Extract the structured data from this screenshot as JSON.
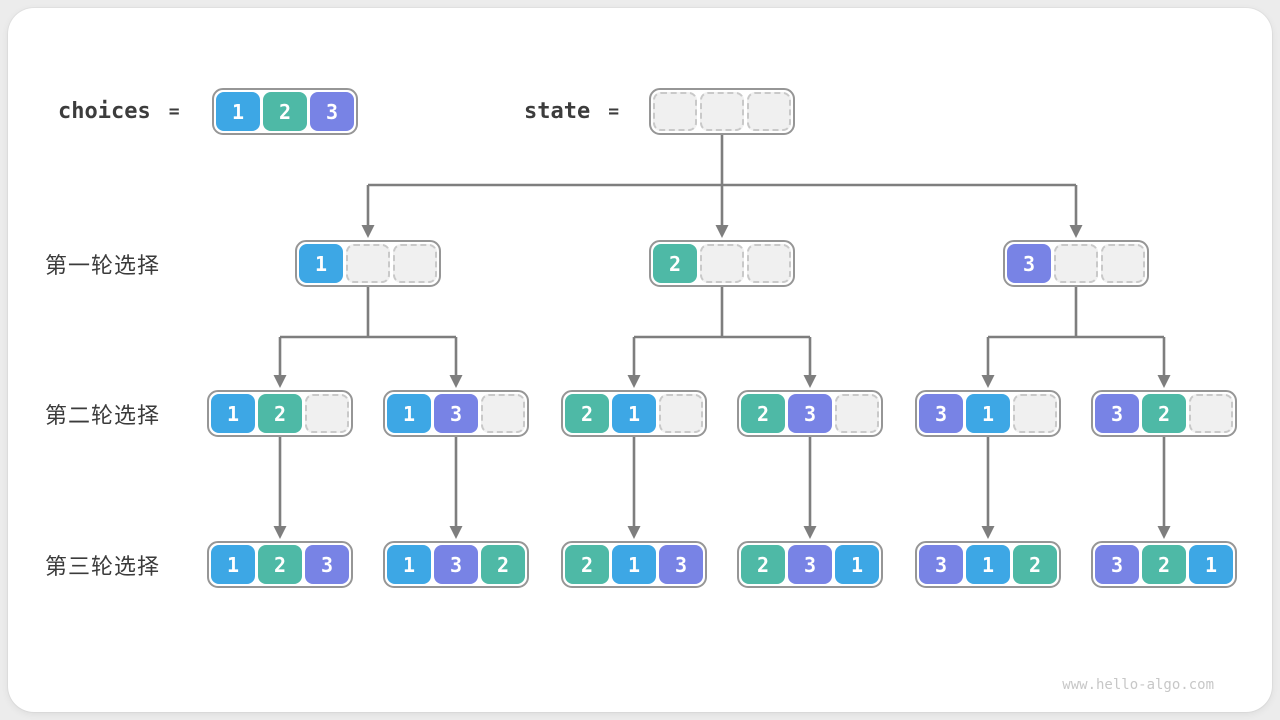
{
  "header": {
    "choices_label": "choices",
    "choices_equals": "=",
    "choices_values": [
      "1",
      "2",
      "3"
    ],
    "state_label": "state",
    "state_equals": "=",
    "state_empty_slots": 3
  },
  "slots_per_node": 3,
  "rows": [
    {
      "label": "第一轮选择",
      "nodes": [
        [
          "1"
        ],
        [
          "2"
        ],
        [
          "3"
        ]
      ]
    },
    {
      "label": "第二轮选择",
      "nodes": [
        [
          "1",
          "2"
        ],
        [
          "1",
          "3"
        ],
        [
          "2",
          "1"
        ],
        [
          "2",
          "3"
        ],
        [
          "3",
          "1"
        ],
        [
          "3",
          "2"
        ]
      ]
    },
    {
      "label": "第三轮选择",
      "nodes": [
        [
          "1",
          "2",
          "3"
        ],
        [
          "1",
          "3",
          "2"
        ],
        [
          "2",
          "1",
          "3"
        ],
        [
          "2",
          "3",
          "1"
        ],
        [
          "3",
          "1",
          "2"
        ],
        [
          "3",
          "2",
          "1"
        ]
      ]
    }
  ],
  "watermark": "www.hello-algo.com",
  "colors": {
    "value_1": "#3da7e5",
    "value_2": "#4eb9a6",
    "value_3": "#7883e5",
    "empty_fill": "#f0f0f0",
    "empty_border": "#c9c9c9",
    "node_border": "#969696",
    "arrow": "#7e7e7e",
    "label_text": "#3b3b3b",
    "watermark_text": "#c7c7c7"
  }
}
